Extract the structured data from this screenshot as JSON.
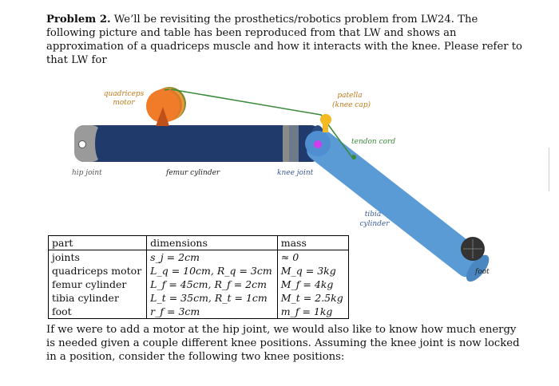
{
  "problem": {
    "heading": "Problem 2.",
    "intro": "We’ll be revisiting the prosthetics/robotics problem from LW24. The following picture and table has been reproduced from that LW and shows an approximation of a quadriceps muscle and how it interacts with the knee. Please refer to that LW for",
    "outro": "If we were to add a motor at the hip joint, we would also like to know how much energy is needed given a couple different knee positions. Assuming the knee joint is now locked in a position, consider the following two knee positions:"
  },
  "figure": {
    "labels": {
      "quadriceps_motor_line1": "quadriceps",
      "quadriceps_motor_line2": "motor",
      "patella_line1": "patella",
      "patella_line2": "(knee cap)",
      "tendon_cord": "tendon cord",
      "hip_joint": "hip joint",
      "femur_cylinder": "femur cylinder",
      "knee_joint": "knee joint",
      "tibia_line1": "tibia",
      "tibia_line2": "cylinder",
      "foot": "foot"
    },
    "colors": {
      "femur": "#1f3a6b",
      "tibia": "#5b9bd5",
      "motor": "#f07c2a",
      "motor_rim": "#7a8a2a",
      "patella": "#f5b921",
      "tendon": "#3a8a3a",
      "label_orange": "#c07a1a",
      "label_blue": "#3a5a9a",
      "knee_pin": "#d23cf0",
      "joint_gray": "#9a9a9a",
      "foot": "#333333"
    }
  },
  "table": {
    "header": [
      "part",
      "dimensions",
      "mass"
    ],
    "rows": [
      [
        "joints",
        "s_j = 2cm",
        "≈ 0"
      ],
      [
        "quadriceps motor",
        "L_q = 10cm, R_q = 3cm",
        "M_q = 3kg"
      ],
      [
        "femur cylinder",
        "L_f = 45cm, R_f = 2cm",
        "M_f = 4kg"
      ],
      [
        "tibia cylinder",
        "L_t = 35cm, R_t = 1cm",
        "M_t = 2.5kg"
      ],
      [
        "foot",
        "r_f = 3cm",
        "m_f = 1kg"
      ]
    ]
  }
}
